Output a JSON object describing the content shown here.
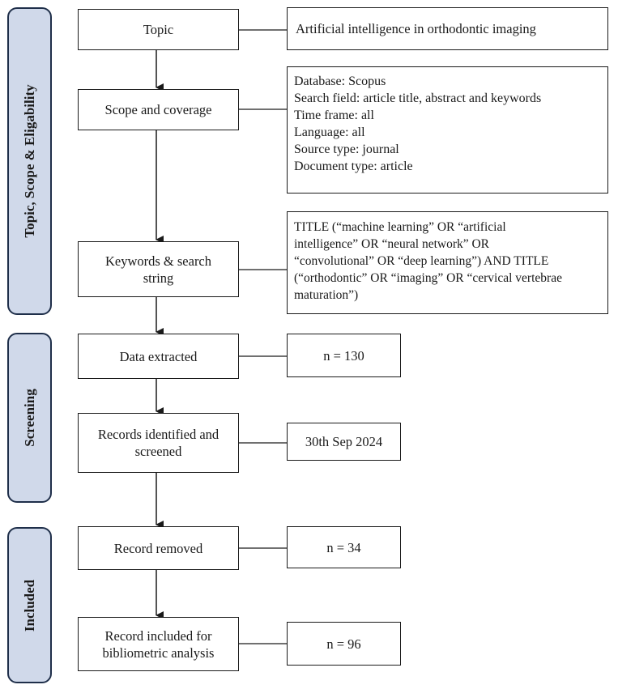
{
  "phases": {
    "topic_scope": "Topic, Scope & Eligability",
    "screening": "Screening",
    "included": "Included"
  },
  "steps": {
    "topic": "Topic",
    "scope": "Scope and coverage",
    "keywords": "Keywords & search\nstring",
    "data_extracted": "Data extracted",
    "records_identified": "Records identified and\nscreened",
    "record_removed": "Record removed",
    "record_included": "Record included for\nbibliometric analysis"
  },
  "details": {
    "topic": "Artificial intelligence in orthodontic imaging",
    "scope_lines": [
      "Database: Scopus",
      "Search field: article title, abstract and keywords",
      "Time frame: all",
      "Language: all",
      "Source type: journal",
      "Document type: article"
    ],
    "keywords_lines": [
      "TITLE (“machine learning” OR “artificial",
      "intelligence” OR “neural network” OR",
      "“convolutional” OR “deep learning”) AND TITLE",
      "(“orthodontic” OR “imaging” OR “cervical vertebrae",
      "maturation”)"
    ],
    "data_extracted": "n = 130",
    "records_identified": "30th Sep 2024",
    "record_removed": "n = 34",
    "record_included": "n = 96"
  },
  "colors": {
    "phase_fill": "#d0d9ea",
    "phase_border": "#1f2f4a",
    "line": "#1a1a1a"
  }
}
